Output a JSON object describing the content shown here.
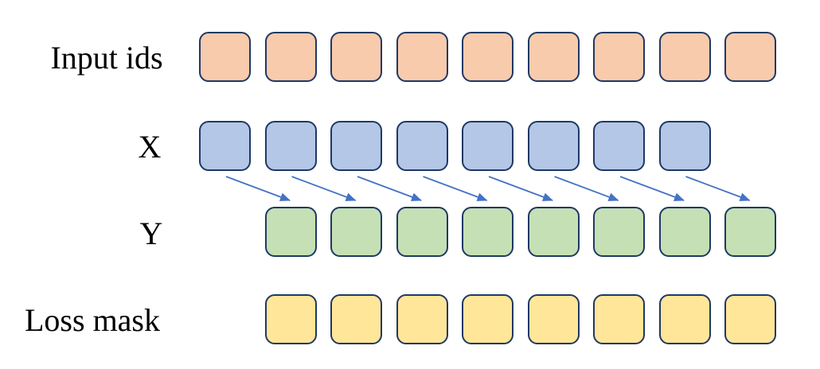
{
  "diagram": {
    "description": "next-token prediction shift diagram",
    "rows": [
      {
        "id": "input-ids",
        "label": "Input ids",
        "count": 9,
        "offset": 0,
        "fill": "#F8CBAD"
      },
      {
        "id": "x",
        "label": "X",
        "count": 8,
        "offset": 0,
        "fill": "#B4C7E7"
      },
      {
        "id": "y",
        "label": "Y",
        "count": 8,
        "offset": 1,
        "fill": "#C5E0B4"
      },
      {
        "id": "loss-mask",
        "label": "Loss mask",
        "count": 8,
        "offset": 1,
        "fill": "#FFE699"
      }
    ],
    "arrows": {
      "count": 8,
      "from_row": "x",
      "to_row": "y",
      "color": "#4472C4"
    },
    "colors": {
      "square_border": "#1F3864",
      "background": "#FFFFFF",
      "label_text": "#000000"
    }
  }
}
